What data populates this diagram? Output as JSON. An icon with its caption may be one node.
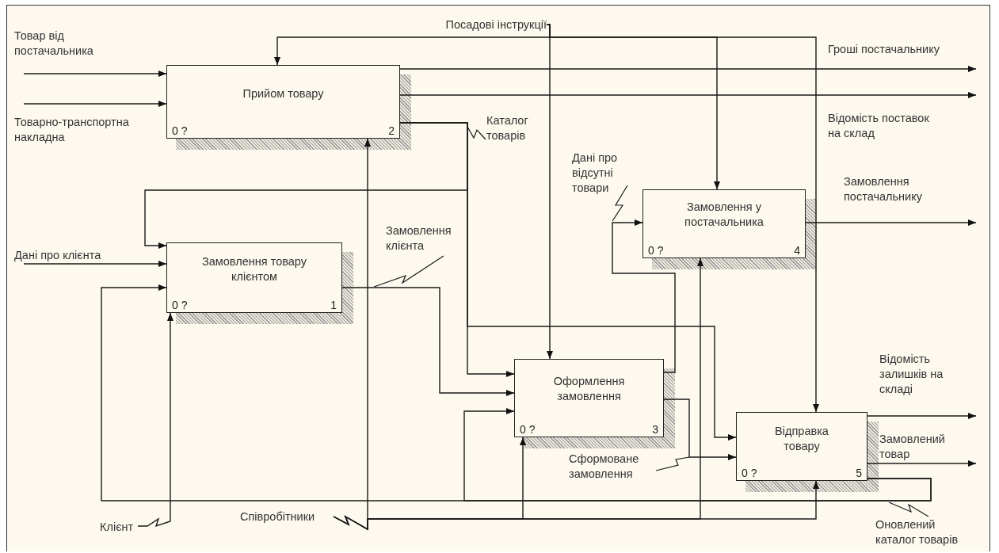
{
  "diagram": {
    "nodes": [
      {
        "text": [
          "Прийом товару",
          "0 ?",
          "2"
        ]
      },
      {
        "text": [
          "Замовлення товару клієнтом",
          "0 ?",
          "1"
        ]
      },
      {
        "text": [
          "Оформлення замовлення",
          "0 ?",
          "3"
        ]
      },
      {
        "text": [
          "Замовлення у постачальника",
          "0 ?",
          "4"
        ]
      },
      {
        "text": [
          "Відправка товару",
          "0 ?",
          "5"
        ]
      },
      {
        "text": [
          "Товар від постачальника"
        ]
      },
      {
        "text": [
          "Товарно-транспортна накладна"
        ]
      },
      {
        "text": [
          "Посадові інструкції"
        ]
      },
      {
        "text": [
          "Гроші постачальнику"
        ]
      },
      {
        "text": [
          "Відомість поставок на склад"
        ]
      },
      {
        "text": [
          "Дані про клієнта"
        ]
      },
      {
        "text": [
          "Клієнт"
        ]
      },
      {
        "text": [
          "Співробітники"
        ]
      },
      {
        "text": [
          "Замовлення постачальнику"
        ]
      },
      {
        "text": [
          "Відомість залишків на складі"
        ]
      },
      {
        "text": [
          "Замовлений товар"
        ]
      }
    ],
    "edges": [
      {
        "from": 5,
        "to": 0,
        "arrow": "to"
      },
      {
        "from": 6,
        "to": 0,
        "arrow": "to"
      },
      {
        "from": 7,
        "to": 0,
        "arrow": "to"
      },
      {
        "from": 7,
        "to": 2,
        "arrow": "to"
      },
      {
        "from": 7,
        "to": 3,
        "arrow": "to"
      },
      {
        "from": 7,
        "to": 4,
        "arrow": "to"
      },
      {
        "from": 0,
        "to": 8,
        "arrow": "to"
      },
      {
        "from": 0,
        "to": 9,
        "arrow": "to"
      },
      {
        "from": 0,
        "to": 1,
        "arrow": "to",
        "label": "Каталог товарів"
      },
      {
        "from": 0,
        "to": 2,
        "arrow": "to"
      },
      {
        "from": 0,
        "to": 4,
        "arrow": "to"
      },
      {
        "from": 10,
        "to": 1,
        "arrow": "to"
      },
      {
        "from": 11,
        "to": 1,
        "arrow": "to"
      },
      {
        "from": 1,
        "to": 2,
        "arrow": "to",
        "label": "Замовлення клієнта"
      },
      {
        "from": 4,
        "to": 1,
        "arrow": "to",
        "label": "Оновлений каталог товарів"
      },
      {
        "from": 4,
        "to": 2,
        "arrow": "to"
      },
      {
        "from": 2,
        "to": 3,
        "arrow": "to",
        "label": "Дані про відсутні товари"
      },
      {
        "from": 2,
        "to": 4,
        "arrow": "to",
        "label": "Сформоване замовлення"
      },
      {
        "from": 3,
        "to": 13,
        "arrow": "to"
      },
      {
        "from": 4,
        "to": 14,
        "arrow": "to"
      },
      {
        "from": 4,
        "to": 15,
        "arrow": "to"
      },
      {
        "from": 12,
        "to": 0,
        "arrow": "to"
      },
      {
        "from": 12,
        "to": 2,
        "arrow": "to"
      },
      {
        "from": 12,
        "to": 3,
        "arrow": "to"
      },
      {
        "from": 12,
        "to": 4,
        "arrow": "to"
      }
    ]
  }
}
